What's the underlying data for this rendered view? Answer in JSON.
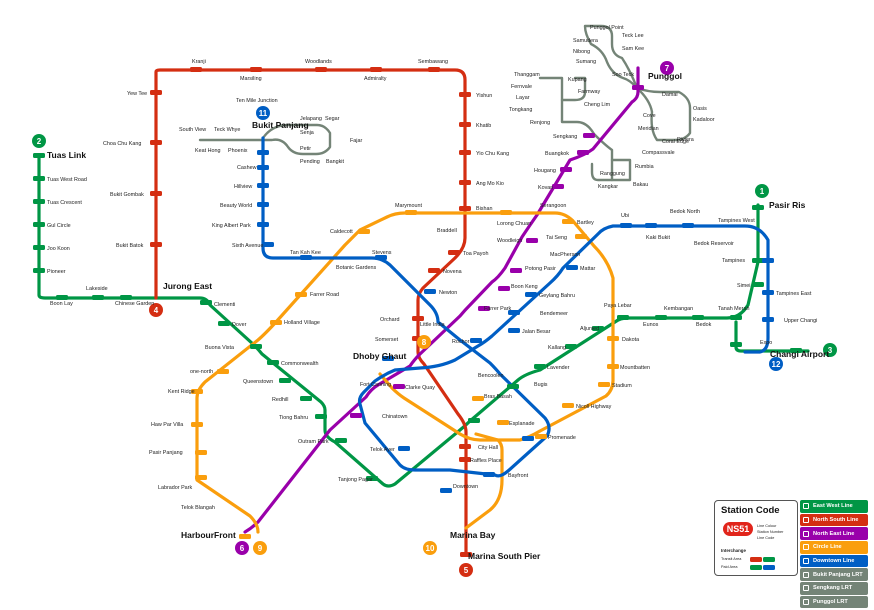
{
  "colors": {
    "EW": "#009645",
    "NS": "#d42e12",
    "NE": "#9900aa",
    "CC": "#fa9e0d",
    "DT": "#005ec4",
    "LRT": "#748477"
  },
  "lines": [
    {
      "num": "2",
      "color": "#009645"
    },
    {
      "num": "4",
      "color": "#d42e12"
    },
    {
      "num": "11",
      "color": "#005ec4"
    },
    {
      "num": "7",
      "color": "#9900aa"
    },
    {
      "num": "1",
      "color": "#009645"
    },
    {
      "num": "3",
      "color": "#009645"
    },
    {
      "num": "12",
      "color": "#005ec4"
    },
    {
      "num": "8",
      "color": "#fa9e0d"
    },
    {
      "num": "6",
      "color": "#9900aa"
    },
    {
      "num": "9",
      "color": "#fa9e0d"
    },
    {
      "num": "10",
      "color": "#fa9e0d"
    },
    {
      "num": "5",
      "color": "#d42e12"
    }
  ],
  "terminals": {
    "tuas": "Tuas Link",
    "bukit_panjang": "Bukit Panjang",
    "punggol": "Punggol",
    "pasir_ris": "Pasir Ris",
    "jurong_east": "Jurong East",
    "dhoby_ghaut": "Dhoby Ghaut",
    "harbourfront": "HarbourFront",
    "marina_bay": "Marina Bay",
    "marina_south_pier": "Marina South Pier",
    "changi_airport": "Changi Airport"
  },
  "stations": {
    "tuas_west_road": "Tuas West Road",
    "tuas_crescent": "Tuas Crescent",
    "gul_circle": "Gul Circle",
    "joo_koon": "Joo Koon",
    "pioneer": "Pioneer",
    "boon_lay": "Boon Lay",
    "lakeside": "Lakeside",
    "chinese_garden": "Chinese Garden",
    "clementi": "Clementi",
    "dover": "Dover",
    "buona_vista": "Buona Vista",
    "commonwealth": "Commonwealth",
    "queenstown": "Queenstown",
    "redhill": "Redhill",
    "tiong_bahru": "Tiong Bahru",
    "outram_park": "Outram Park",
    "tanjong_pagar": "Tanjong Pagar",
    "kranji": "Kranji",
    "marsiling": "Marsiling",
    "woodlands": "Woodlands",
    "admiralty": "Admiralty",
    "sembawang": "Sembawang",
    "yew_tee": "Yew Tee",
    "choa_chu_kang": "Choa Chu Kang",
    "bukit_gombak": "Bukit Gombak",
    "bukit_batok": "Bukit Batok",
    "yishun": "Yishun",
    "khatib": "Khatib",
    "yio_chu_kang": "Yio Chu Kang",
    "ang_mo_kio": "Ang Mo Kio",
    "bishan": "Bishan",
    "braddell": "Braddell",
    "toa_payoh": "Toa Payoh",
    "novena": "Novena",
    "newton": "Newton",
    "orchard": "Orchard",
    "somerset": "Somerset",
    "city_hall": "City Hall",
    "raffles_place": "Raffles Place",
    "south_view": "South View",
    "keat_hong": "Keat Hong",
    "teck_whye": "Teck Whye",
    "phoenix": "Phoenix",
    "ten_mile_junction": "Ten Mile Junction",
    "jelapang": "Jelapang",
    "segar": "Segar",
    "senja": "Senja",
    "fajar": "Fajar",
    "petir": "Petir",
    "pending": "Pending",
    "bangkit": "Bangkit",
    "cashew": "Cashew",
    "hillview": "Hillview",
    "beauty_world": "Beauty World",
    "king_albert_park": "King Albert Park",
    "sixth_avenue": "Sixth Avenue",
    "tan_kah_kee": "Tan Kah Kee",
    "botanic_gardens": "Botanic Gardens",
    "stevens": "Stevens",
    "farrer_road": "Farrer Road",
    "holland_village": "Holland Village",
    "one_north": "one-north",
    "kent_ridge": "Kent Ridge",
    "haw_par_villa": "Haw Par Villa",
    "pasir_panjang": "Pasir Panjang",
    "labrador_park": "Labrador Park",
    "telok_blangah": "Telok Blangah",
    "caldecott": "Caldecott",
    "marymount": "Marymount",
    "lorong_chuan": "Lorong Chuan",
    "serangoon": "Serangoon",
    "bartley": "Bartley",
    "tai_seng": "Tai Seng",
    "woodleigh": "Woodleigh",
    "potong_pasir": "Potong Pasir",
    "boon_keng": "Boon Keng",
    "farrer_park": "Farrer Park",
    "little_india": "Little India",
    "rochor": "Rochor",
    "jalan_besar": "Jalan Besar",
    "bendemeer": "Bendemeer",
    "geylang_bahru": "Geylang Bahru",
    "mattar": "Mattar",
    "macpherson": "MacPherson",
    "ubi": "Ubi",
    "kaki_bukit": "Kaki Bukit",
    "bedok_north": "Bedok North",
    "bedok_reservoir": "Bedok Reservoir",
    "tampines_west": "Tampines West",
    "tampines": "Tampines",
    "tampines_east": "Tampines East",
    "upper_changi": "Upper Changi",
    "expo": "Expo",
    "simei": "Simei",
    "tanah_merah": "Tanah Merah",
    "bedok": "Bedok",
    "kembangan": "Kembangan",
    "eunos": "Eunos",
    "paya_lebar": "Paya Lebar",
    "aljunied": "Aljunied",
    "dakota": "Dakota",
    "kallang": "Kallang",
    "lavender": "Lavender",
    "mountbatten": "Mountbatten",
    "stadium": "Stadium",
    "nicoll_highway": "Nicoll Highway",
    "bugis": "Bugis",
    "bencoolen": "Bencoolen",
    "fort_canning": "Fort Canning",
    "clarke_quay": "Clarke Quay",
    "chinatown": "Chinatown",
    "bras_basah": "Bras Basah",
    "esplanade": "Esplanade",
    "promenade": "Promenade",
    "telok_ayer": "Telok Ayer",
    "downtown": "Downtown",
    "bayfront": "Bayfront",
    "hougang": "Hougang",
    "kovan": "Kovan",
    "buangkok": "Buangkok",
    "sengkang": "Sengkang",
    "punggol_point": "Punggol Point",
    "samudera": "Samudera",
    "nibong": "Nibong",
    "sumang": "Sumang",
    "soo_teck": "Soo Teck",
    "teck_lee": "Teck Lee",
    "sam_kee": "Sam Kee",
    "damai": "Damai",
    "oasis": "Oasis",
    "kadaloor": "Kadaloor",
    "riviera": "Riviera",
    "coral_edge": "Coral Edge",
    "meridian": "Meridian",
    "cove": "Cove",
    "thanggam": "Thanggam",
    "fernvale": "Fernvale",
    "layar": "Layar",
    "tongkang": "Tongkang",
    "renjong": "Renjong",
    "kupang": "Kupang",
    "farmway": "Farmway",
    "cheng_lim": "Cheng Lim",
    "compassvale": "Compassvale",
    "rumbia": "Rumbia",
    "bakau": "Bakau",
    "kangkar": "Kangkar",
    "ranggung": "Ranggung"
  },
  "legend": {
    "title": "Station Code",
    "sample_code": "NS51",
    "line_colour": "Line Colour",
    "station_number": "Station Number",
    "line_code": "Line Code",
    "interchange": "Interchange",
    "transit_area": "Transit Area",
    "paid_area": "Paid Area"
  },
  "line_key": [
    {
      "label": "East West Line",
      "color": "#009645"
    },
    {
      "label": "North South Line",
      "color": "#d42e12"
    },
    {
      "label": "North East Line",
      "color": "#9900aa"
    },
    {
      "label": "Circle Line",
      "color": "#fa9e0d"
    },
    {
      "label": "Downtown Line",
      "color": "#005ec4"
    },
    {
      "label": "Bukit Panjang LRT",
      "color": "#748477"
    },
    {
      "label": "Sengkang LRT",
      "color": "#748477"
    },
    {
      "label": "Punggol LRT",
      "color": "#748477"
    }
  ]
}
